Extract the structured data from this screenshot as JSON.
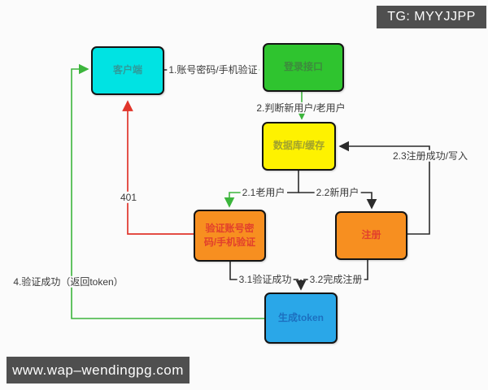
{
  "overlays": {
    "tg_badge": "TG: MYYJJPP",
    "site_badge": "www.wap–wendingpg.com"
  },
  "colors": {
    "background": "#fbfbfb",
    "badge_bg": "#4f4f4f",
    "client_fill": "#00e3e3",
    "login_fill": "#2fc42f",
    "database_fill": "#fef200",
    "verify_fill": "#f78f20",
    "register_fill": "#f78f20",
    "token_fill": "#2aa7e8",
    "green_line": "#3cb53c",
    "red_line": "#e0352b",
    "black_line": "#2b2b2b"
  },
  "diagram": {
    "nodes": {
      "client": {
        "label": "客户端"
      },
      "login": {
        "label": "登录接口"
      },
      "database": {
        "label": "数据库/缓存"
      },
      "verify": {
        "label": "验证账号密码/手机验证"
      },
      "register": {
        "label": "注册"
      },
      "token": {
        "label": "生成token"
      }
    },
    "edges": {
      "e1": {
        "label": "1.账号密码/手机验证"
      },
      "e2": {
        "label": "2.判断新用户/老用户"
      },
      "e21": {
        "label": "2.1老用户"
      },
      "e22": {
        "label": "2.2新用户"
      },
      "e23": {
        "label": "2.3注册成功/写入"
      },
      "e31": {
        "label": "3.1验证成功"
      },
      "e32": {
        "label": "3.2完成注册"
      },
      "e401": {
        "label": "401"
      },
      "e4": {
        "label": "4.验证成功（返回token）"
      }
    }
  }
}
